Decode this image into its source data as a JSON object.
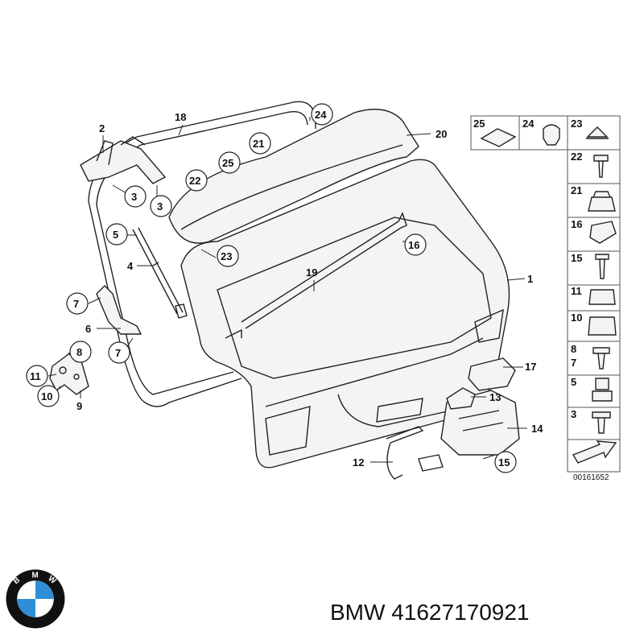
{
  "diagram": {
    "callouts": {
      "c1": "1",
      "c2": "2",
      "c3a": "3",
      "c3b": "3",
      "c4": "4",
      "c5": "5",
      "c6": "6",
      "c7a": "7",
      "c7b": "7",
      "c8": "8",
      "c9": "9",
      "c10": "10",
      "c11": "11",
      "c12": "12",
      "c13": "13",
      "c14": "14",
      "c15": "15",
      "c16": "16",
      "c17": "17",
      "c18": "18",
      "c19": "19",
      "c20": "20",
      "c21": "21",
      "c22": "22",
      "c23": "23",
      "c24": "24",
      "c25": "25"
    },
    "legend": {
      "top": [
        "25",
        "24",
        "23"
      ],
      "side": [
        "22",
        "21",
        "16",
        "15",
        "11",
        "10",
        "8\n7",
        "5",
        "3"
      ]
    },
    "code": "00161652"
  },
  "caption": "BMW 41627170921",
  "logo": {
    "letters": "BMW",
    "colors": {
      "blue": "#2f8fd6",
      "white": "#ffffff",
      "ring": "#111111"
    }
  }
}
